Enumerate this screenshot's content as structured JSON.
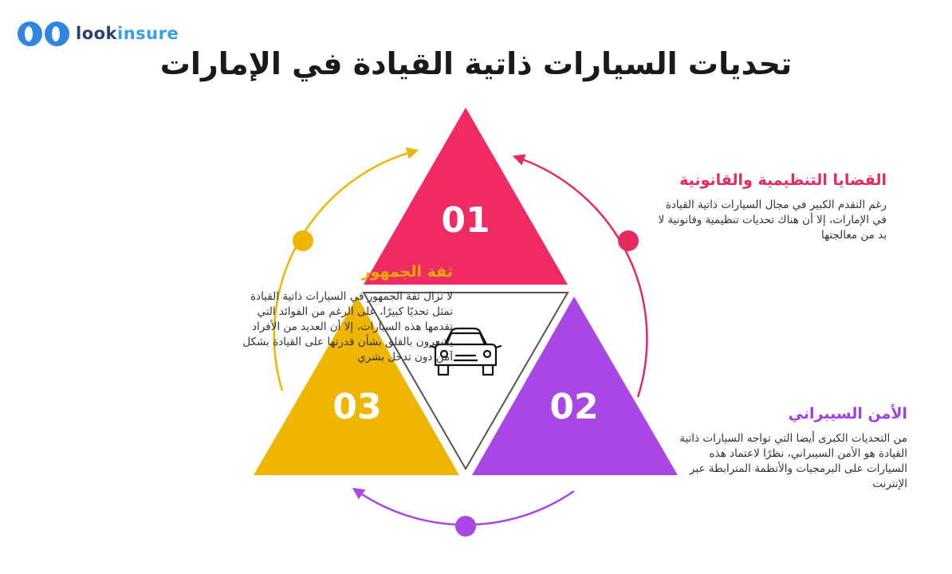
{
  "brand": {
    "name_part1": "look",
    "name_part2": "insure",
    "primary_color": "#2e86de",
    "dark_color": "#2c3e70"
  },
  "title": "تحديات السيارات ذاتية القيادة في الإمارات",
  "triangles": [
    {
      "number": "01",
      "color": "#f02a62"
    },
    {
      "number": "02",
      "color": "#a847e6"
    },
    {
      "number": "03",
      "color": "#f0b500"
    }
  ],
  "center_icon": "car-icon",
  "sections": {
    "regulatory": {
      "title": "القضايا التنظيمية والقانونية",
      "body": "رغم التقدم الكبير في مجال السيارات ذاتية القيادة في الإمارات، إلا أن هناك تحديات تنظيمية وقانونية لا بد من معالجتها",
      "color": "#e52a5f"
    },
    "cyber": {
      "title": "الأمن السيبراني",
      "body": "من التحديات الكبرى أيضا التي تواجه السيارات ذاتية القيادة هو الأمن السيبراني، نظرًا لاعتماد هذه السيارات على البرمجيات والأنظمة المترابطة عبر الإنترنت",
      "color": "#a440e0"
    },
    "trust": {
      "title": "ثقة الجمهور",
      "body": "لا تزال ثقة الجمهور في السيارات ذاتية القيادة تمثل تحديًا كبيرًا، على الرغم من الفوائد التي تقدمها هذه السيارات، إلا أن العديد من الأفراد يشعرون بالقلق بشأن قدرتها على القيادة بشكل آمن دون تدخل بشري",
      "color": "#e8ac00"
    }
  }
}
